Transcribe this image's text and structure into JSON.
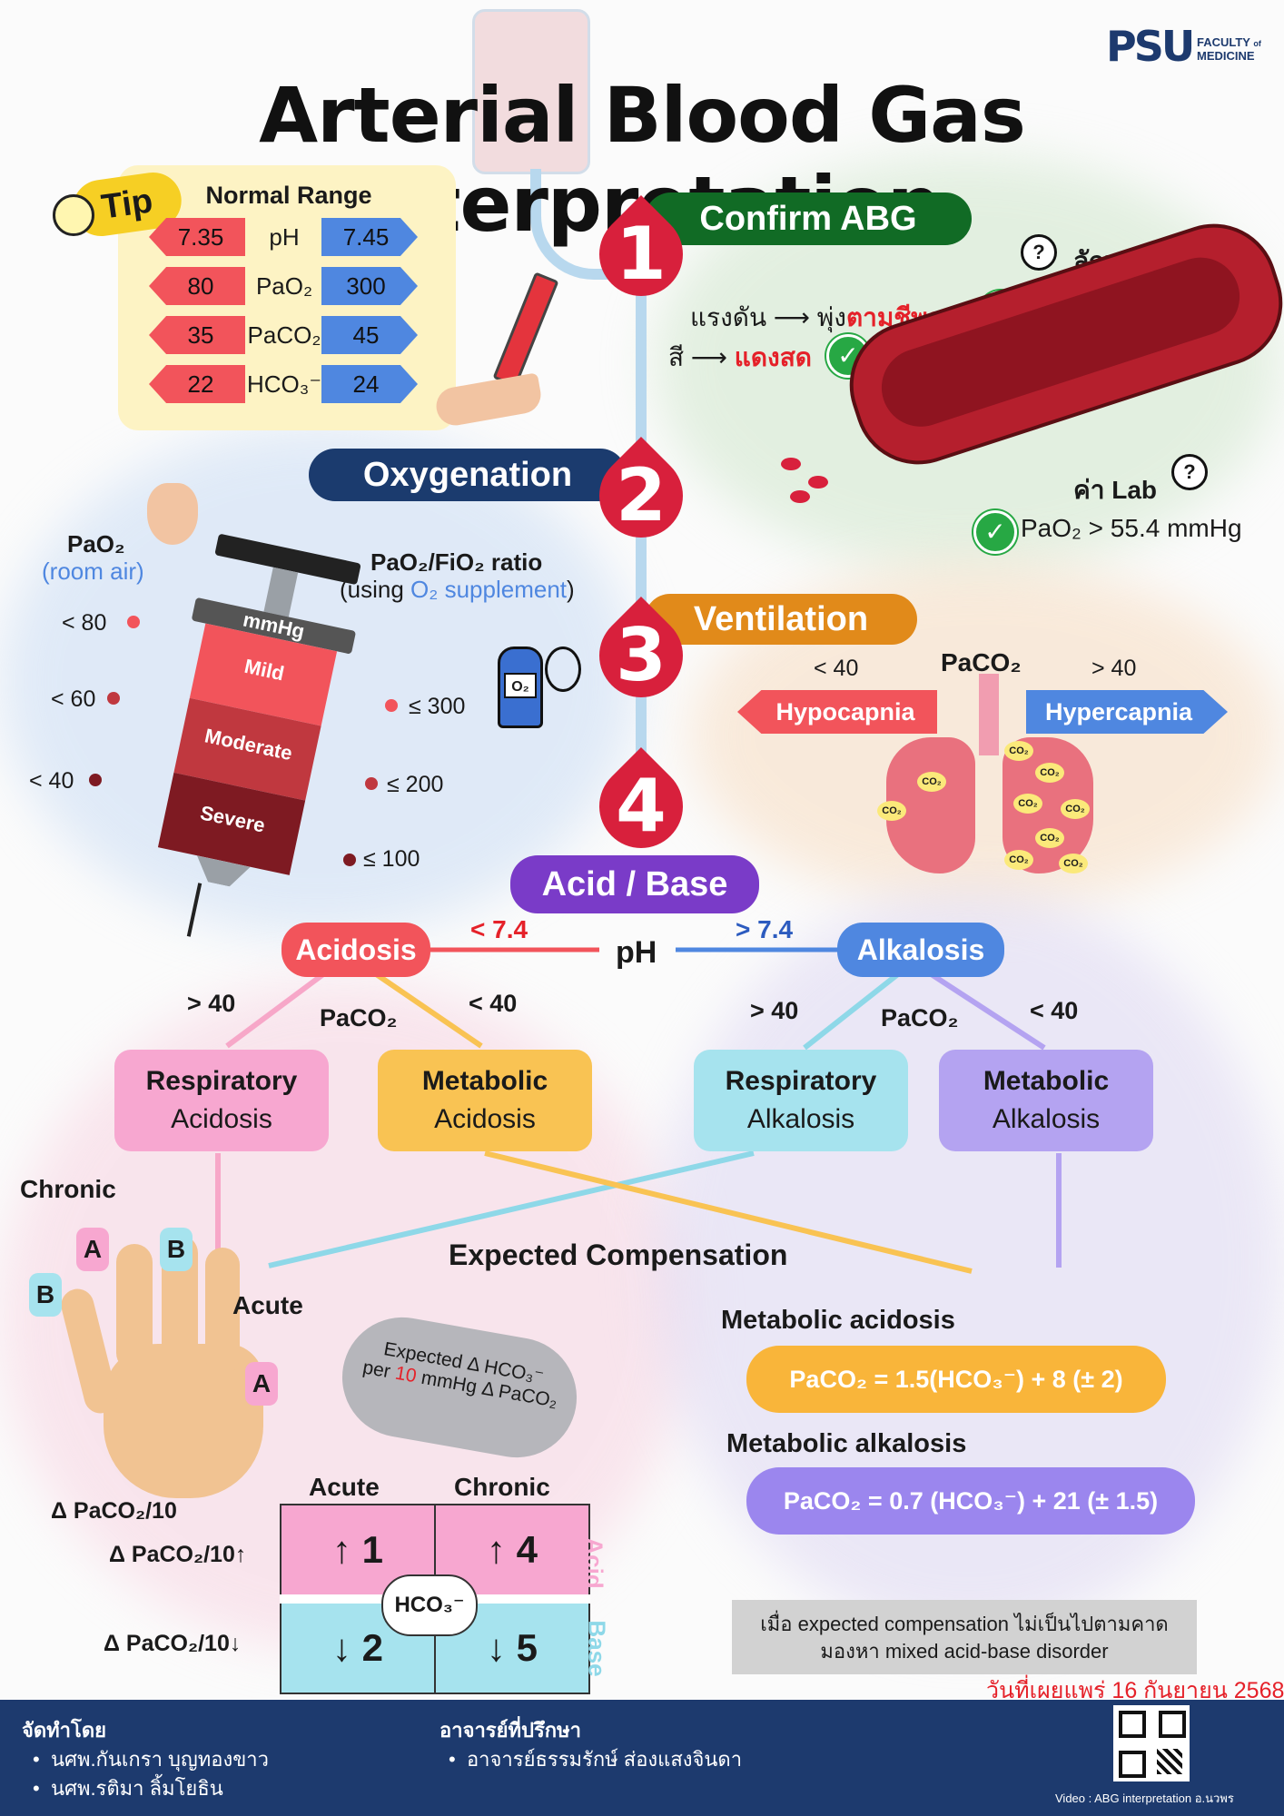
{
  "title": "Arterial Blood Gas Interpretation",
  "logo": {
    "mark": "PSU",
    "line1": "FACULTY",
    "line2": "of",
    "line3": "MEDICINE"
  },
  "tip": {
    "badge": "Tip",
    "heading": "Normal Range",
    "rows": [
      {
        "low": "7.35",
        "param": "pH",
        "high": "7.45"
      },
      {
        "low": "80",
        "param": "PaO₂",
        "high": "300"
      },
      {
        "low": "35",
        "param": "PaCO₂",
        "high": "45"
      },
      {
        "low": "22",
        "param": "HCO₃⁻",
        "high": "24"
      }
    ]
  },
  "steps": {
    "s1": {
      "num": "1",
      "banner": "Confirm ABG"
    },
    "s2": {
      "num": "2",
      "banner": "Oxygenation"
    },
    "s3": {
      "num": "3",
      "banner": "Ventilation"
    },
    "s4": {
      "num": "4",
      "banner": "Acid / Base"
    }
  },
  "confirm": {
    "blood_char": "ลักษณะเลือด",
    "pressure_a": "แรงดัน",
    "pressure_b": "พุ่ง",
    "pressure_c": "ตามชีพจร",
    "color_a": "สี",
    "color_b": "แดงสด",
    "lab_value": "ค่า Lab",
    "pao2_check": "PaO₂ > 55.4 mmHg"
  },
  "oxygenation": {
    "pao2_label": "PaO₂",
    "room_air": "(room air)",
    "ratio_label": "PaO₂/FiO₂ ratio",
    "using_a": "(using ",
    "using_b": "O₂ supplement",
    "using_c": ")",
    "unit": "mmHg",
    "levels": [
      {
        "name": "Mild",
        "pao2": "< 80",
        "ratio": "≤ 300"
      },
      {
        "name": "Moderate",
        "pao2": "< 60",
        "ratio": "≤ 200"
      },
      {
        "name": "Severe",
        "pao2": "< 40",
        "ratio": "≤ 100"
      }
    ],
    "tank_label": "O₂"
  },
  "ventilation": {
    "paco2": "PaCO₂",
    "low": "< 40",
    "high": "> 40",
    "hypo": "Hypocapnia",
    "hyper": "Hypercapnia",
    "co2": "CO₂"
  },
  "acidbase": {
    "ph": "pH",
    "acidosis": "Acidosis",
    "alkalosis": "Alkalosis",
    "lt": "< 7.4",
    "gt": "> 7.4",
    "paco2": "PaCO₂",
    "gt40": "> 40",
    "lt40": "< 40",
    "resp": "Respiratory",
    "metab": "Metabolic",
    "acid_word": "Acidosis",
    "alk_word": "Alkalosis"
  },
  "compensation": {
    "heading": "Expected Compensation",
    "chronic": "Chronic",
    "acute": "Acute",
    "a": "A",
    "b": "B",
    "bubble_1": "Expected Δ HCO₃⁻",
    "bubble_2a": "per ",
    "bubble_2b": "10",
    "bubble_2c": " mmHg Δ PaCO₂",
    "delta": "Δ PaCO₂/10",
    "delta_up": "Δ PaCO₂/10↑",
    "delta_down": "Δ PaCO₂/10↓",
    "col_acute": "Acute",
    "col_chronic": "Chronic",
    "acid_side": "Acid",
    "base_side": "Base",
    "hco3": "HCO₃⁻",
    "cells": [
      "↑ 1",
      "↑ 4",
      "↓ 2",
      "↓ 5"
    ],
    "met_acid_title": "Metabolic acidosis",
    "met_acid_formula": "PaCO₂ = 1.5(HCO₃⁻) + 8 (± 2)",
    "met_alk_title": "Metabolic  alkalosis",
    "met_alk_formula": "PaCO₂ = 0.7 (HCO₃⁻) + 21 (± 1.5)",
    "mixed_1": "เมื่อ expected compensation ไม่เป็นไปตามคาด",
    "mixed_2": "มองหา mixed acid-base disorder"
  },
  "published": "วันที่เผยแพร่ 16 กันยายน 2568",
  "footer": {
    "made_by": "จัดทำโดย",
    "authors": [
      "นศพ.กันเกรา บุญทองขาว",
      "นศพ.รติมา ลิ้มโยธิน"
    ],
    "advisor_head": "อาจารย์ที่ปรึกษา",
    "advisors": [
      "อาจารย์ธรรมรักษ์ ส่องแสงจินดา"
    ],
    "video": "Video : ABG interpretation อ.นวพร"
  }
}
